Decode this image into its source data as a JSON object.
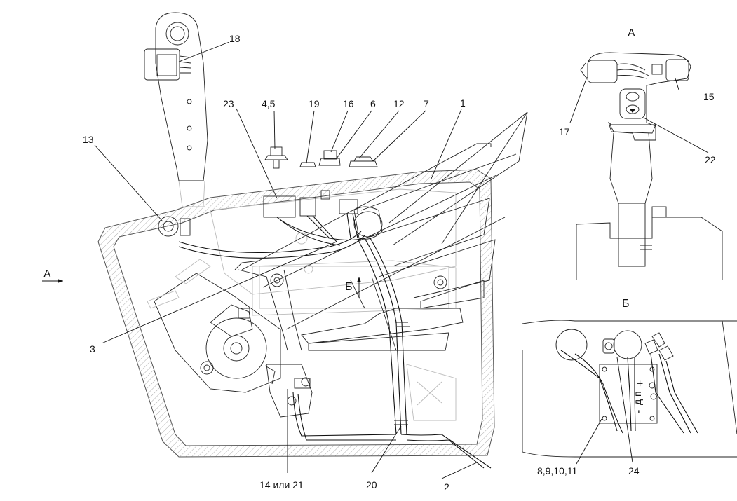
{
  "labels": {
    "l18": "18",
    "l23": "23",
    "l45": "4,5",
    "l19": "19",
    "l16": "16",
    "l6": "6",
    "l12": "12",
    "l7": "7",
    "l1": "1",
    "l13": "13",
    "l3": "3",
    "l14": "14 или 21",
    "l20": "20",
    "l2": "2",
    "l15": "15",
    "l17": "17",
    "l22": "22",
    "l8": "8,9,10,11",
    "l24": "24"
  },
  "views": {
    "a_title": "А",
    "b_title": "Б",
    "a_arrow": "А",
    "b_marker": "Б"
  },
  "terminals": {
    "plus": "+",
    "n": "п",
    "d": "д",
    "minus": "-"
  }
}
